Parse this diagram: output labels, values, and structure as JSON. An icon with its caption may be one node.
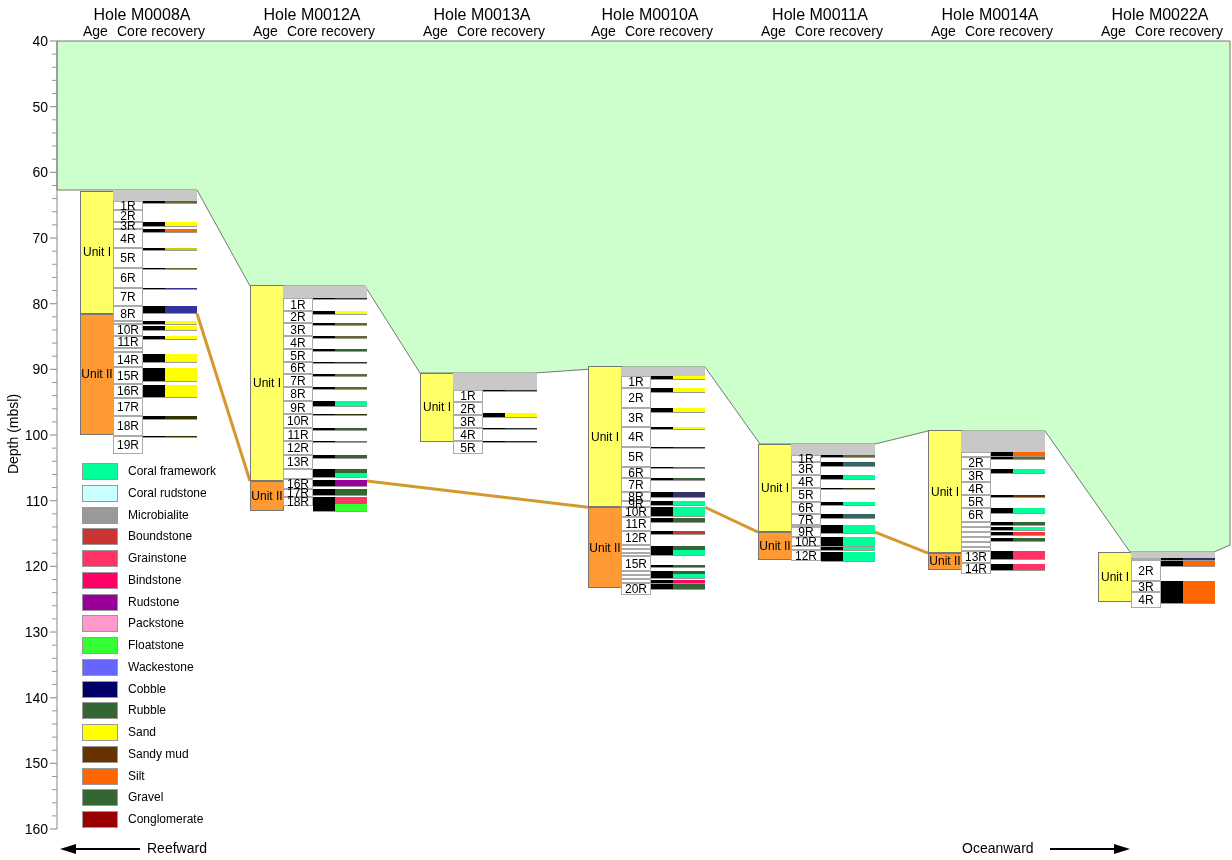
{
  "diagram": {
    "nodes": [
      {
        "text": [
          "Unit I"
        ]
      },
      {
        "text": [
          "Unit II"
        ]
      },
      {
        "text": [
          "Unit I"
        ]
      },
      {
        "text": [
          "Unit II"
        ]
      },
      {
        "text": [
          "Unit I"
        ]
      },
      {
        "text": [
          "Unit I"
        ]
      },
      {
        "text": [
          "Unit II"
        ]
      },
      {
        "text": [
          "Unit I"
        ]
      },
      {
        "text": [
          "Unit II"
        ]
      },
      {
        "text": [
          "Unit I"
        ]
      },
      {
        "text": [
          "Unit II"
        ]
      },
      {
        "text": [
          "Unit I"
        ]
      },
      {
        "text": [],
        "shape": "box"
      },
      {
        "text": [],
        "shape": "box"
      },
      {
        "text": [],
        "shape": "box"
      },
      {
        "text": [],
        "shape": "box"
      },
      {
        "text": [],
        "shape": "box"
      },
      {
        "text": [],
        "shape": "box"
      },
      {
        "text": [],
        "shape": "box"
      }
    ],
    "edges": [
      {
        "from": 12,
        "to": 3,
        "arrow": "none"
      },
      {
        "from": 13,
        "to": 6,
        "arrow": "none"
      },
      {
        "from": 15,
        "to": 8,
        "arrow": "none"
      },
      {
        "from": 16,
        "to": 10,
        "arrow": "none"
      }
    ],
    "labels": [
      "Hole M0008A",
      "Age",
      "Core recovery",
      "Hole M0012A",
      "Age",
      "Core recovery",
      "Hole M0013A",
      "Age",
      "Core recovery",
      "Hole M0010A",
      "Age",
      "Core recovery",
      "Hole M0011A",
      "Age",
      "Core recovery",
      "Hole M0014A",
      "Age",
      "Core recovery",
      "Hole M0022A",
      "Age",
      "Core recovery",
      "40",
      "50",
      "60",
      "70",
      "80",
      "90",
      "100",
      "110",
      "120",
      "130",
      "140",
      "150",
      "160",
      "Depth (mbsl)",
      "1R",
      "2R",
      "3R",
      "4R",
      "5R",
      "6R",
      "7R",
      "8R",
      "10R",
      "11R",
      "14R",
      "15R",
      "16R",
      "17R",
      "18R",
      "19R",
      "1R",
      "2R",
      "3R",
      "4R",
      "5R",
      "6R",
      "7R",
      "8R",
      "9R",
      "10R",
      "11R",
      "12R",
      "13R",
      "16R",
      "17R",
      "18R",
      "1R",
      "2R",
      "3R",
      "4R",
      "5R",
      "1R",
      "2R",
      "3R",
      "4R",
      "5R",
      "6R",
      "7R",
      "8R",
      "9R",
      "10R",
      "11R",
      "12R",
      "15R",
      "20R",
      "1R",
      "3R",
      "4R",
      "5R",
      "6R",
      "7R",
      "9R",
      "10R",
      "12R",
      "2R",
      "3R",
      "4R",
      "5R",
      "6R",
      "13R",
      "14R",
      "2R",
      "3R",
      "4R",
      "Reefward",
      "Oceanward"
    ],
    "legend": [
      {
        "text": "Coral framework",
        "color": "#00ff99"
      },
      {
        "text": "Coral rudstone",
        "color": "#ccffff"
      },
      {
        "text": "Microbialite",
        "color": "#999999"
      },
      {
        "text": "Boundstone",
        "color": "#cc3333"
      },
      {
        "text": "Grainstone",
        "color": "#ff3366"
      },
      {
        "text": "Bindstone",
        "color": "#ff0066"
      },
      {
        "text": "Rudstone",
        "color": "#990099"
      },
      {
        "text": "Packstone",
        "color": "#ff99cc"
      },
      {
        "text": "Floatstone",
        "color": "#33ff33"
      },
      {
        "text": "Wackestone",
        "color": "#6666ff"
      },
      {
        "text": "Cobble",
        "color": "#000066"
      },
      {
        "text": "Rubble",
        "color": "#336633"
      },
      {
        "text": "Sand",
        "color": "#ffff00"
      },
      {
        "text": "Sandy mud",
        "color": "#663300"
      },
      {
        "text": "Silt",
        "color": "#ff6600"
      },
      {
        "text": "Gravel",
        "color": "#336633"
      },
      {
        "text": "Conglomerate",
        "color": "#990000"
      }
    ]
  }
}
